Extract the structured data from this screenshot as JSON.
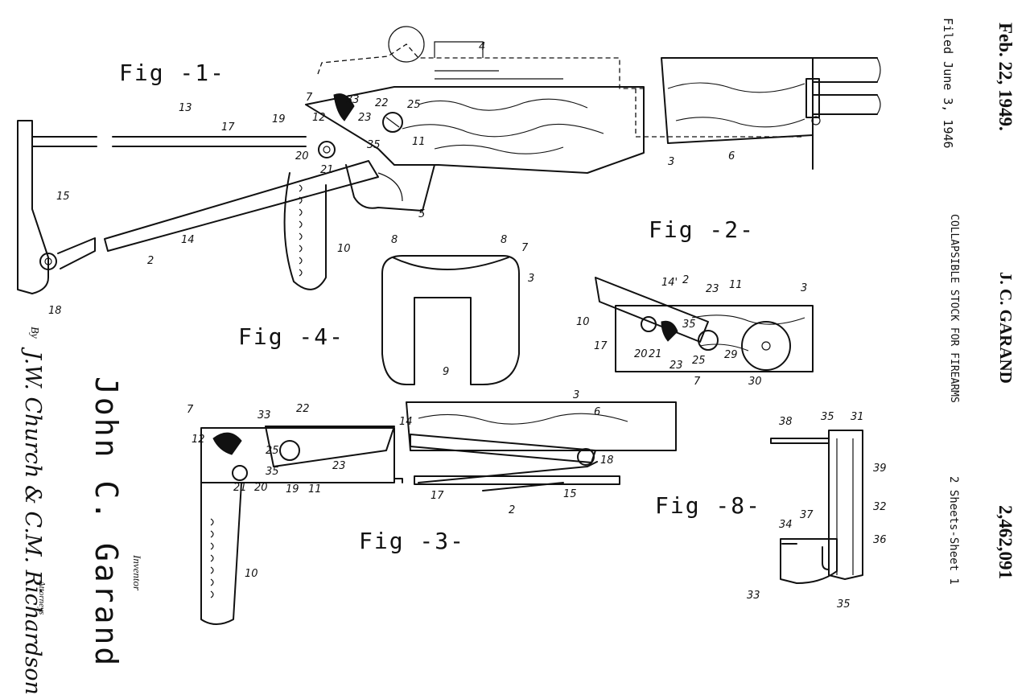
{
  "header": {
    "date": "Feb. 22, 1949.",
    "inventor_name": "J. C. GARAND",
    "patent_number": "2,462,091",
    "filed": "Filed June 3, 1946",
    "title": "COLLAPSIBLE STOCK FOR FIREARMS",
    "sheets": "2 Sheets-Sheet 1"
  },
  "signature": {
    "inventor_printed": "John C. Garand",
    "inventor_caption": "Inventor",
    "by": "By",
    "attorney_sig": "J.W. Church & C.M. Richardson",
    "attorney_caption": "Attorneys"
  },
  "figures": {
    "fig1": {
      "label": "Fig -1-"
    },
    "fig2": {
      "label": "Fig -2-"
    },
    "fig3": {
      "label": "Fig -3-"
    },
    "fig4": {
      "label": "Fig -4-"
    },
    "fig8": {
      "label": "Fig -8-"
    }
  },
  "refs": {
    "fig1": [
      "4",
      "7",
      "13",
      "17",
      "19",
      "33",
      "12",
      "23",
      "22",
      "25",
      "11",
      "3",
      "6",
      "20",
      "21",
      "35",
      "15",
      "14",
      "2",
      "18",
      "10",
      "5"
    ],
    "fig2": [
      "14'",
      "2",
      "23",
      "11",
      "3",
      "10",
      "35",
      "17",
      "20",
      "21",
      "23",
      "25",
      "29",
      "7",
      "30"
    ],
    "fig3": [
      "7",
      "22",
      "33",
      "12",
      "25",
      "23",
      "35",
      "21",
      "20",
      "19",
      "11",
      "10",
      "3",
      "14",
      "6",
      "18",
      "17",
      "2",
      "15"
    ],
    "fig4": [
      "8",
      "8",
      "7",
      "3",
      "9"
    ],
    "fig8": [
      "35",
      "31",
      "38",
      "39",
      "37",
      "32",
      "36",
      "34",
      "33",
      "35"
    ]
  }
}
